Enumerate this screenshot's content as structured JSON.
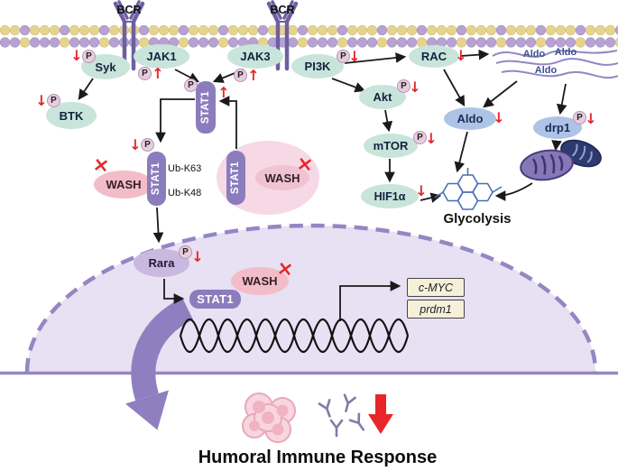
{
  "meta": {
    "caption": "Humoral Immune Response"
  },
  "membrane_receptors": {
    "bcr_left": "BCR",
    "bcr_right": "BCR"
  },
  "markers": {
    "phospho": "P",
    "down": "↓",
    "up": "↑",
    "inhibited": "×"
  },
  "proteins": {
    "syk": "Syk",
    "btk": "BTK",
    "jak1": "JAK1",
    "jak3": "JAK3",
    "pi3k": "PI3K",
    "stat1_membrane": "STAT1",
    "stat1_complex_left": "STAT1",
    "stat1_complex_right": "STAT1",
    "stat1_nuclear": "STAT1",
    "wash_complex_left": "WASH",
    "wash_complex_right": "WASH",
    "wash_nuclear": "WASH",
    "ub_k63": "Ub-K63",
    "ub_k48": "Ub-K48",
    "rac": "RAC",
    "akt": "Akt",
    "mtor": "mTOR",
    "hif1a": "HIF1α",
    "aldo_vesicle": "Aldo",
    "aldo_filament_1": "Aldo",
    "aldo_filament_2": "Aldo",
    "aldo_filament_3": "Aldo",
    "drp1": "drp1",
    "rara": "Rara"
  },
  "process": {
    "glycolysis": "Glycolysis"
  },
  "genes": {
    "c_myc": "c-MYC",
    "prdm1": "prdm1"
  },
  "colors": {
    "kinase_node": "#c9e4db",
    "stat1_node": "#8b7cbe",
    "wash_node": "#f2bcc8",
    "complex_blob": "#f7d9e6",
    "metabolic_node": "#aec4e6",
    "rara_node": "#c9b8e0",
    "phospho_badge": "#e8cddf",
    "red_marker": "#e8262a",
    "membrane_tan": "#e5d48f",
    "membrane_purple": "#b7a3d0",
    "nucleus_fill": "#e7e1f3",
    "nucleus_border": "#9486c4",
    "gene_box": "#f6f0da"
  }
}
